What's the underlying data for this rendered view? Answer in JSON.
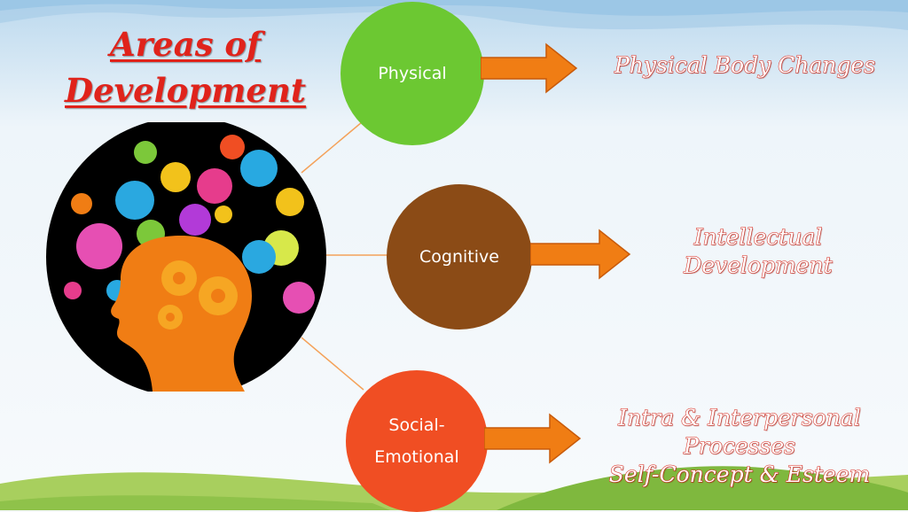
{
  "title": {
    "line1": "Areas of",
    "line2": "Development",
    "color": "#e0231b"
  },
  "illustration": {
    "icon": "brain-gears-head-icon",
    "backdrop": "#000000",
    "head_color": "#f07d14"
  },
  "areas": [
    {
      "label_lines": [
        "Physical"
      ],
      "color": "#6cc832",
      "outcome_lines": [
        "Physical Body Changes"
      ]
    },
    {
      "label_lines": [
        "Cognitive"
      ],
      "color": "#8b4b16",
      "outcome_lines": [
        "Intellectual",
        "Development"
      ]
    },
    {
      "label_lines": [
        "Social-",
        "Emotional"
      ],
      "color": "#f04e23",
      "outcome_lines": [
        "Intra & Interpersonal",
        "Processes",
        "Self-Concept & Esteem"
      ]
    }
  ],
  "arrow_color": "#f07d14",
  "connector_color": "#f4a25a",
  "outcome_color": "#e0231b"
}
